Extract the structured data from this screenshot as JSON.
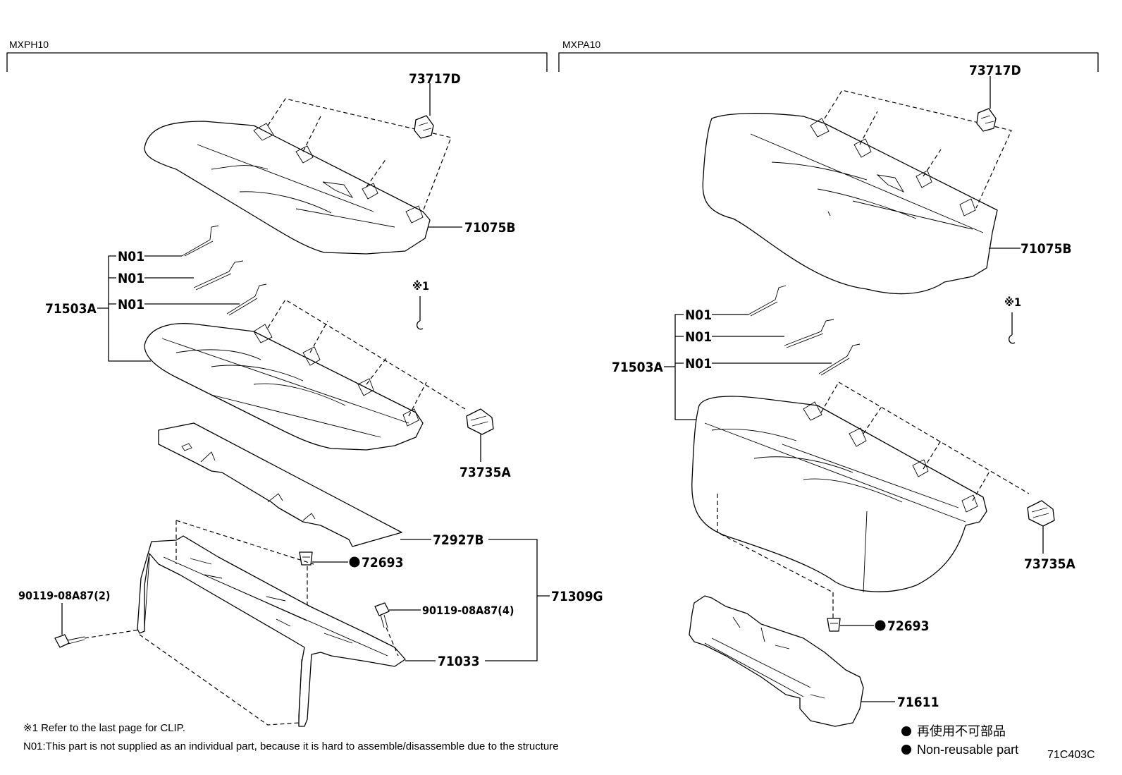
{
  "variants": {
    "left": "MXPH10",
    "right": "MXPA10"
  },
  "left_parts": {
    "seatback_clip": "73717D",
    "seatback_cover": "71075B",
    "pad_assembly": "71503A",
    "wire_1": "N01",
    "wire_2": "N01",
    "wire_3": "N01",
    "clip_ref": "※1",
    "cushion_clip": "73735A",
    "underpanel": "72927B",
    "clip_nut": "72693",
    "bolt_left": "90119-08A87(2)",
    "bolt_right": "90119-08A87(4)",
    "frame_assembly": "71309G",
    "frame": "71033"
  },
  "right_parts": {
    "seatback_clip": "73717D",
    "seatback_cover": "71075B",
    "pad_assembly": "71503A",
    "wire_1": "N01",
    "wire_2": "N01",
    "wire_3": "N01",
    "clip_ref": "※1",
    "cushion_clip": "73735A",
    "clip_nut": "72693",
    "spacer": "71611"
  },
  "notes": {
    "clip": "※1 Refer to the last page for CLIP.",
    "n01": "N01:This part is not supplied as an individual part, because it is hard to assemble/disassemble due to the structure"
  },
  "legend": {
    "jp": "再使用不可部品",
    "en": "Non-reusable part"
  },
  "reference_code": "71C403C",
  "colors": {
    "line": "#000000",
    "background": "#ffffff"
  }
}
